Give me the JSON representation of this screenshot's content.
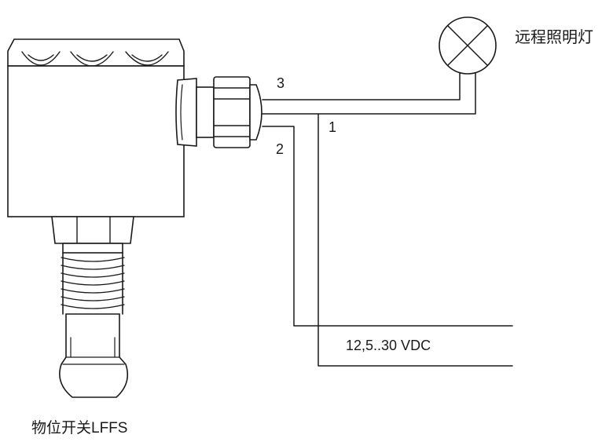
{
  "labels": {
    "lamp": "远程照明灯",
    "switch": "物位开关LFFS",
    "wire_1": "1",
    "wire_2": "2",
    "wire_3": "3",
    "supply": "12,5..30 VDC"
  }
}
